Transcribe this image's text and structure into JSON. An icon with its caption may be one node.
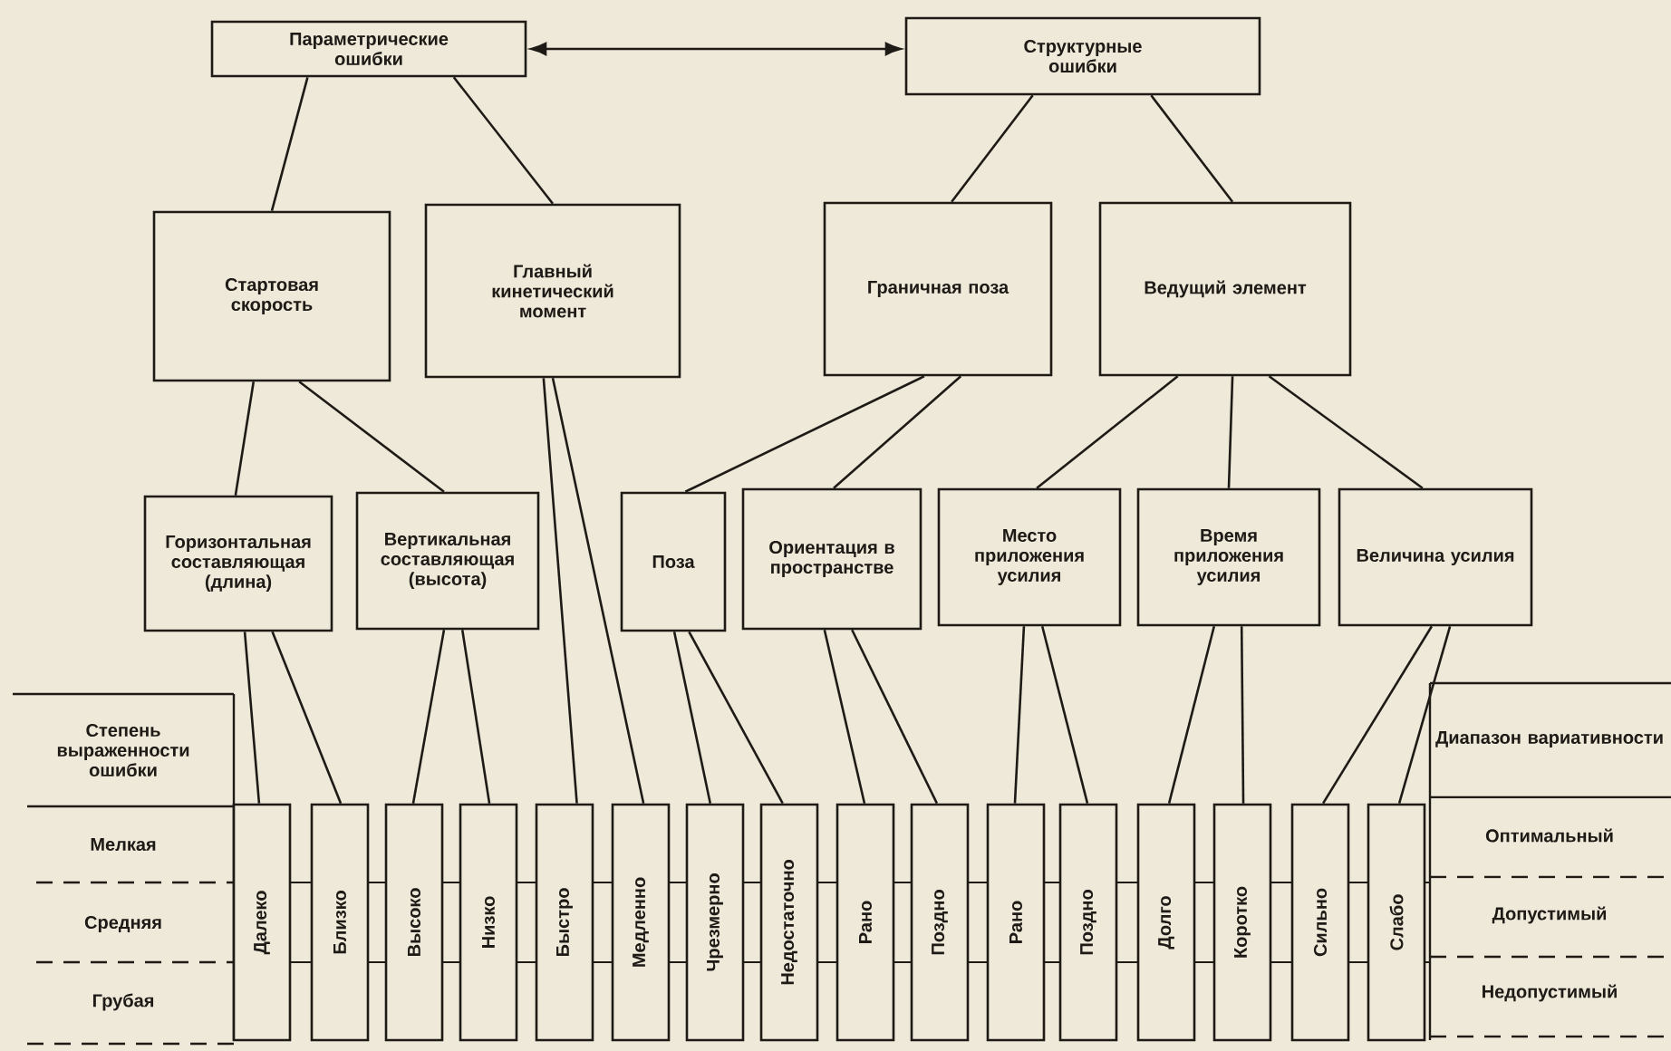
{
  "diagram": {
    "nodes": [
      {
        "text": [
          "Параметрические ошибки"
        ]
      },
      {
        "text": [
          "Структурные ошибки"
        ]
      },
      {
        "text": [
          "Стартовая скорость"
        ]
      },
      {
        "text": [
          "Главный кинетический момент"
        ]
      },
      {
        "text": [
          "Граничная поза"
        ]
      },
      {
        "text": [
          "Ведущий элемент"
        ]
      },
      {
        "text": [
          "Горизонтальная составляющая (длина)"
        ]
      },
      {
        "text": [
          "Вертикальная составляющая (высота)"
        ]
      },
      {
        "text": [
          "Поза"
        ]
      },
      {
        "text": [
          "Ориентация в пространстве"
        ]
      },
      {
        "text": [
          "Место приложения усилия"
        ]
      },
      {
        "text": [
          "Время приложения усилия"
        ]
      },
      {
        "text": [
          "Величина усилия"
        ]
      },
      {
        "text": [
          "Далеко"
        ]
      },
      {
        "text": [
          "Близко"
        ]
      },
      {
        "text": [
          "Высоко"
        ]
      },
      {
        "text": [
          "Низко"
        ]
      },
      {
        "text": [
          "Быстро"
        ]
      },
      {
        "text": [
          "Медленно"
        ]
      },
      {
        "text": [
          "Чрезмерно"
        ]
      },
      {
        "text": [
          "Недостаточно"
        ]
      },
      {
        "text": [
          "Рано"
        ]
      },
      {
        "text": [
          "Поздно"
        ]
      },
      {
        "text": [
          "Рано"
        ]
      },
      {
        "text": [
          "Поздно"
        ]
      },
      {
        "text": [
          "Долго"
        ]
      },
      {
        "text": [
          "Коротко"
        ]
      },
      {
        "text": [
          "Сильно"
        ]
      },
      {
        "text": [
          "Слабо"
        ]
      }
    ],
    "edges": [
      {
        "from": 0,
        "to": 1,
        "arrow": "both"
      },
      {
        "from": 0,
        "to": 2,
        "arrow": "none"
      },
      {
        "from": 0,
        "to": 3,
        "arrow": "none"
      },
      {
        "from": 1,
        "to": 4,
        "arrow": "none"
      },
      {
        "from": 1,
        "to": 5,
        "arrow": "none"
      },
      {
        "from": 2,
        "to": 6,
        "arrow": "none"
      },
      {
        "from": 2,
        "to": 7,
        "arrow": "none"
      },
      {
        "from": 3,
        "to": 17,
        "arrow": "none"
      },
      {
        "from": 3,
        "to": 18,
        "arrow": "none"
      },
      {
        "from": 4,
        "to": 8,
        "arrow": "none"
      },
      {
        "from": 4,
        "to": 9,
        "arrow": "none"
      },
      {
        "from": 5,
        "to": 10,
        "arrow": "none"
      },
      {
        "from": 5,
        "to": 11,
        "arrow": "none"
      },
      {
        "from": 5,
        "to": 12,
        "arrow": "none"
      },
      {
        "from": 6,
        "to": 13,
        "arrow": "none"
      },
      {
        "from": 6,
        "to": 14,
        "arrow": "none"
      },
      {
        "from": 7,
        "to": 15,
        "arrow": "none"
      },
      {
        "from": 7,
        "to": 16,
        "arrow": "none"
      },
      {
        "from": 8,
        "to": 19,
        "arrow": "none"
      },
      {
        "from": 8,
        "to": 20,
        "arrow": "none"
      },
      {
        "from": 9,
        "to": 21,
        "arrow": "none"
      },
      {
        "from": 9,
        "to": 22,
        "arrow": "none"
      },
      {
        "from": 10,
        "to": 23,
        "arrow": "none"
      },
      {
        "from": 10,
        "to": 24,
        "arrow": "none"
      },
      {
        "from": 11,
        "to": 25,
        "arrow": "none"
      },
      {
        "from": 11,
        "to": 26,
        "arrow": "none"
      },
      {
        "from": 12,
        "to": 27,
        "arrow": "none"
      },
      {
        "from": 12,
        "to": 28,
        "arrow": "none"
      }
    ],
    "labels": [
      "Степень выраженности ошибки",
      "Диапазон вариативности",
      "Мелкая",
      "Оптимальный",
      "Средняя",
      "Допустимый",
      "Грубая",
      "Недопустимый"
    ]
  }
}
